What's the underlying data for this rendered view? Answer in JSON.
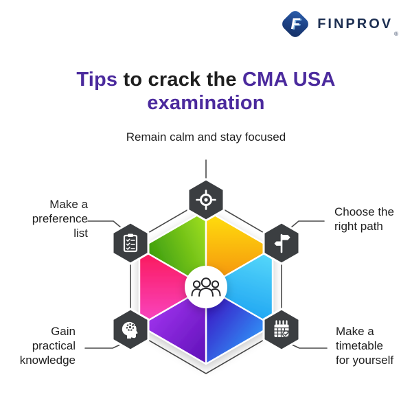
{
  "logo": {
    "brand": "FINPROV",
    "registered": "®",
    "mark_letter": "F",
    "mark_color": "#1e4489",
    "wordmark_color": "#1d2f52"
  },
  "title": {
    "highlight1": "Tips",
    "middle": " to crack the ",
    "highlight2": "CMA USA",
    "line2": "examination",
    "accent_color": "#4b2a9d",
    "dark_color": "#1e1e1e"
  },
  "tips": [
    {
      "label": "Remain calm and stay focused",
      "icon": "target-icon",
      "position": "top"
    },
    {
      "label": "Choose the\nright path",
      "icon": "signpost-icon",
      "position": "right"
    },
    {
      "label": "Make a\ntimetable\nfor yourself",
      "icon": "calendar-check-icon",
      "position": "bottom-right"
    },
    {
      "label": "Gain\npractical\nknowledge",
      "icon": "brain-gears-icon",
      "position": "bottom-left"
    },
    {
      "label": "Make a\npreference\nlist",
      "icon": "checklist-icon",
      "position": "left"
    }
  ],
  "diagram": {
    "center_icon": "people-group-icon",
    "node_fill": "#3b3e41",
    "line_color": "#4a4a4a",
    "segments": [
      {
        "name": "green",
        "from": "#2f950c",
        "to": "#9adb1f"
      },
      {
        "name": "yellow-orange",
        "from": "#ffdf0b",
        "to": "#f5920f"
      },
      {
        "name": "cyan",
        "from": "#55d7fa",
        "to": "#1ea4f2"
      },
      {
        "name": "blue",
        "from": "#3a13c4",
        "to": "#2f9ffb"
      },
      {
        "name": "purple",
        "from": "#a335f0",
        "to": "#5c10b6"
      },
      {
        "name": "pink",
        "from": "#fb1858",
        "to": "#f847c6"
      }
    ]
  }
}
